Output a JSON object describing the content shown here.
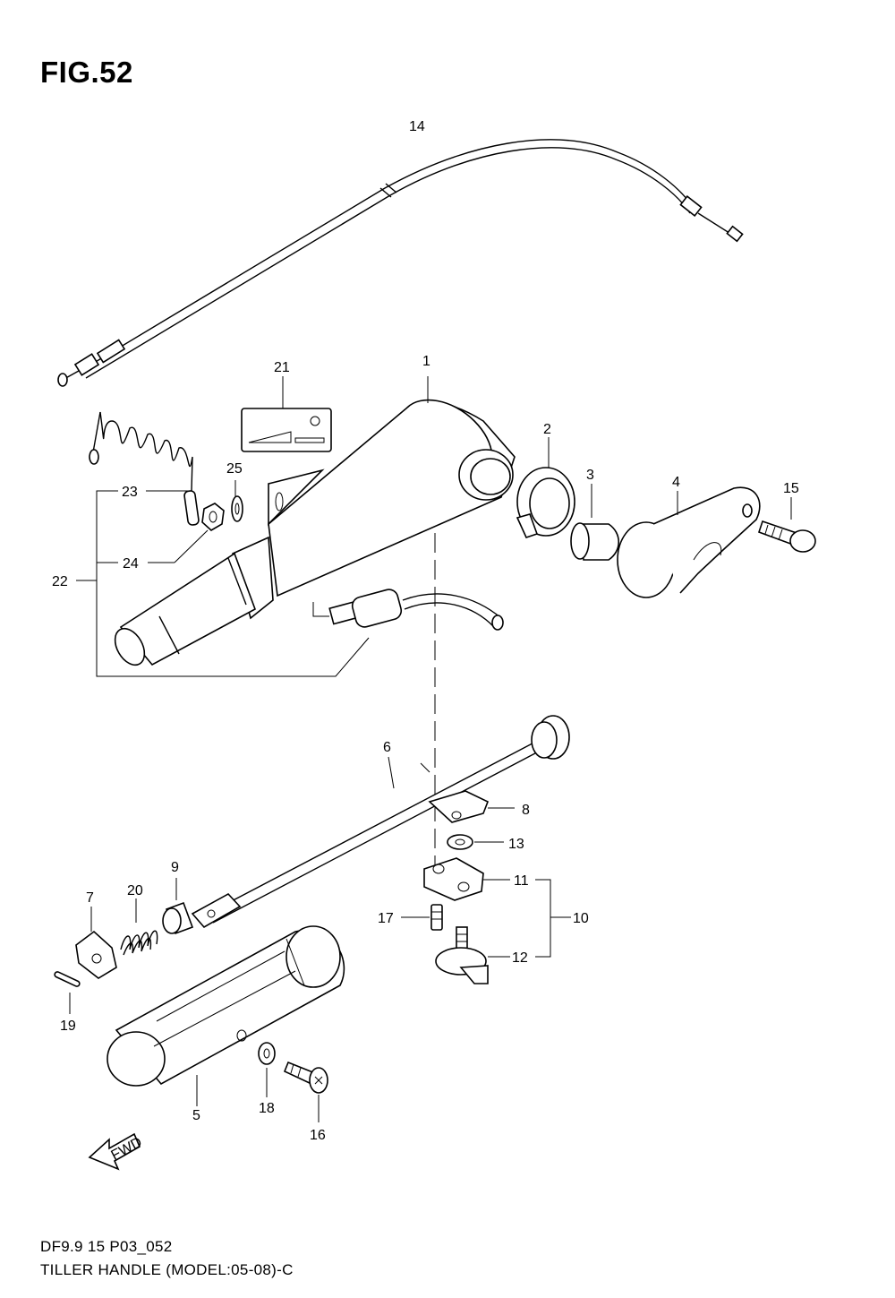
{
  "figure": {
    "title": "FIG.52",
    "drawing_code": "DF9.9 15 P03_052",
    "caption": "TILLER HANDLE (MODEL:05-08)-C"
  },
  "callouts": [
    "1",
    "2",
    "3",
    "4",
    "5",
    "6",
    "7",
    "8",
    "9",
    "10",
    "11",
    "12",
    "13",
    "14",
    "15",
    "16",
    "17",
    "18",
    "19",
    "20",
    "21",
    "22",
    "23",
    "24",
    "25"
  ],
  "direction_marker": {
    "label": "FWD"
  }
}
